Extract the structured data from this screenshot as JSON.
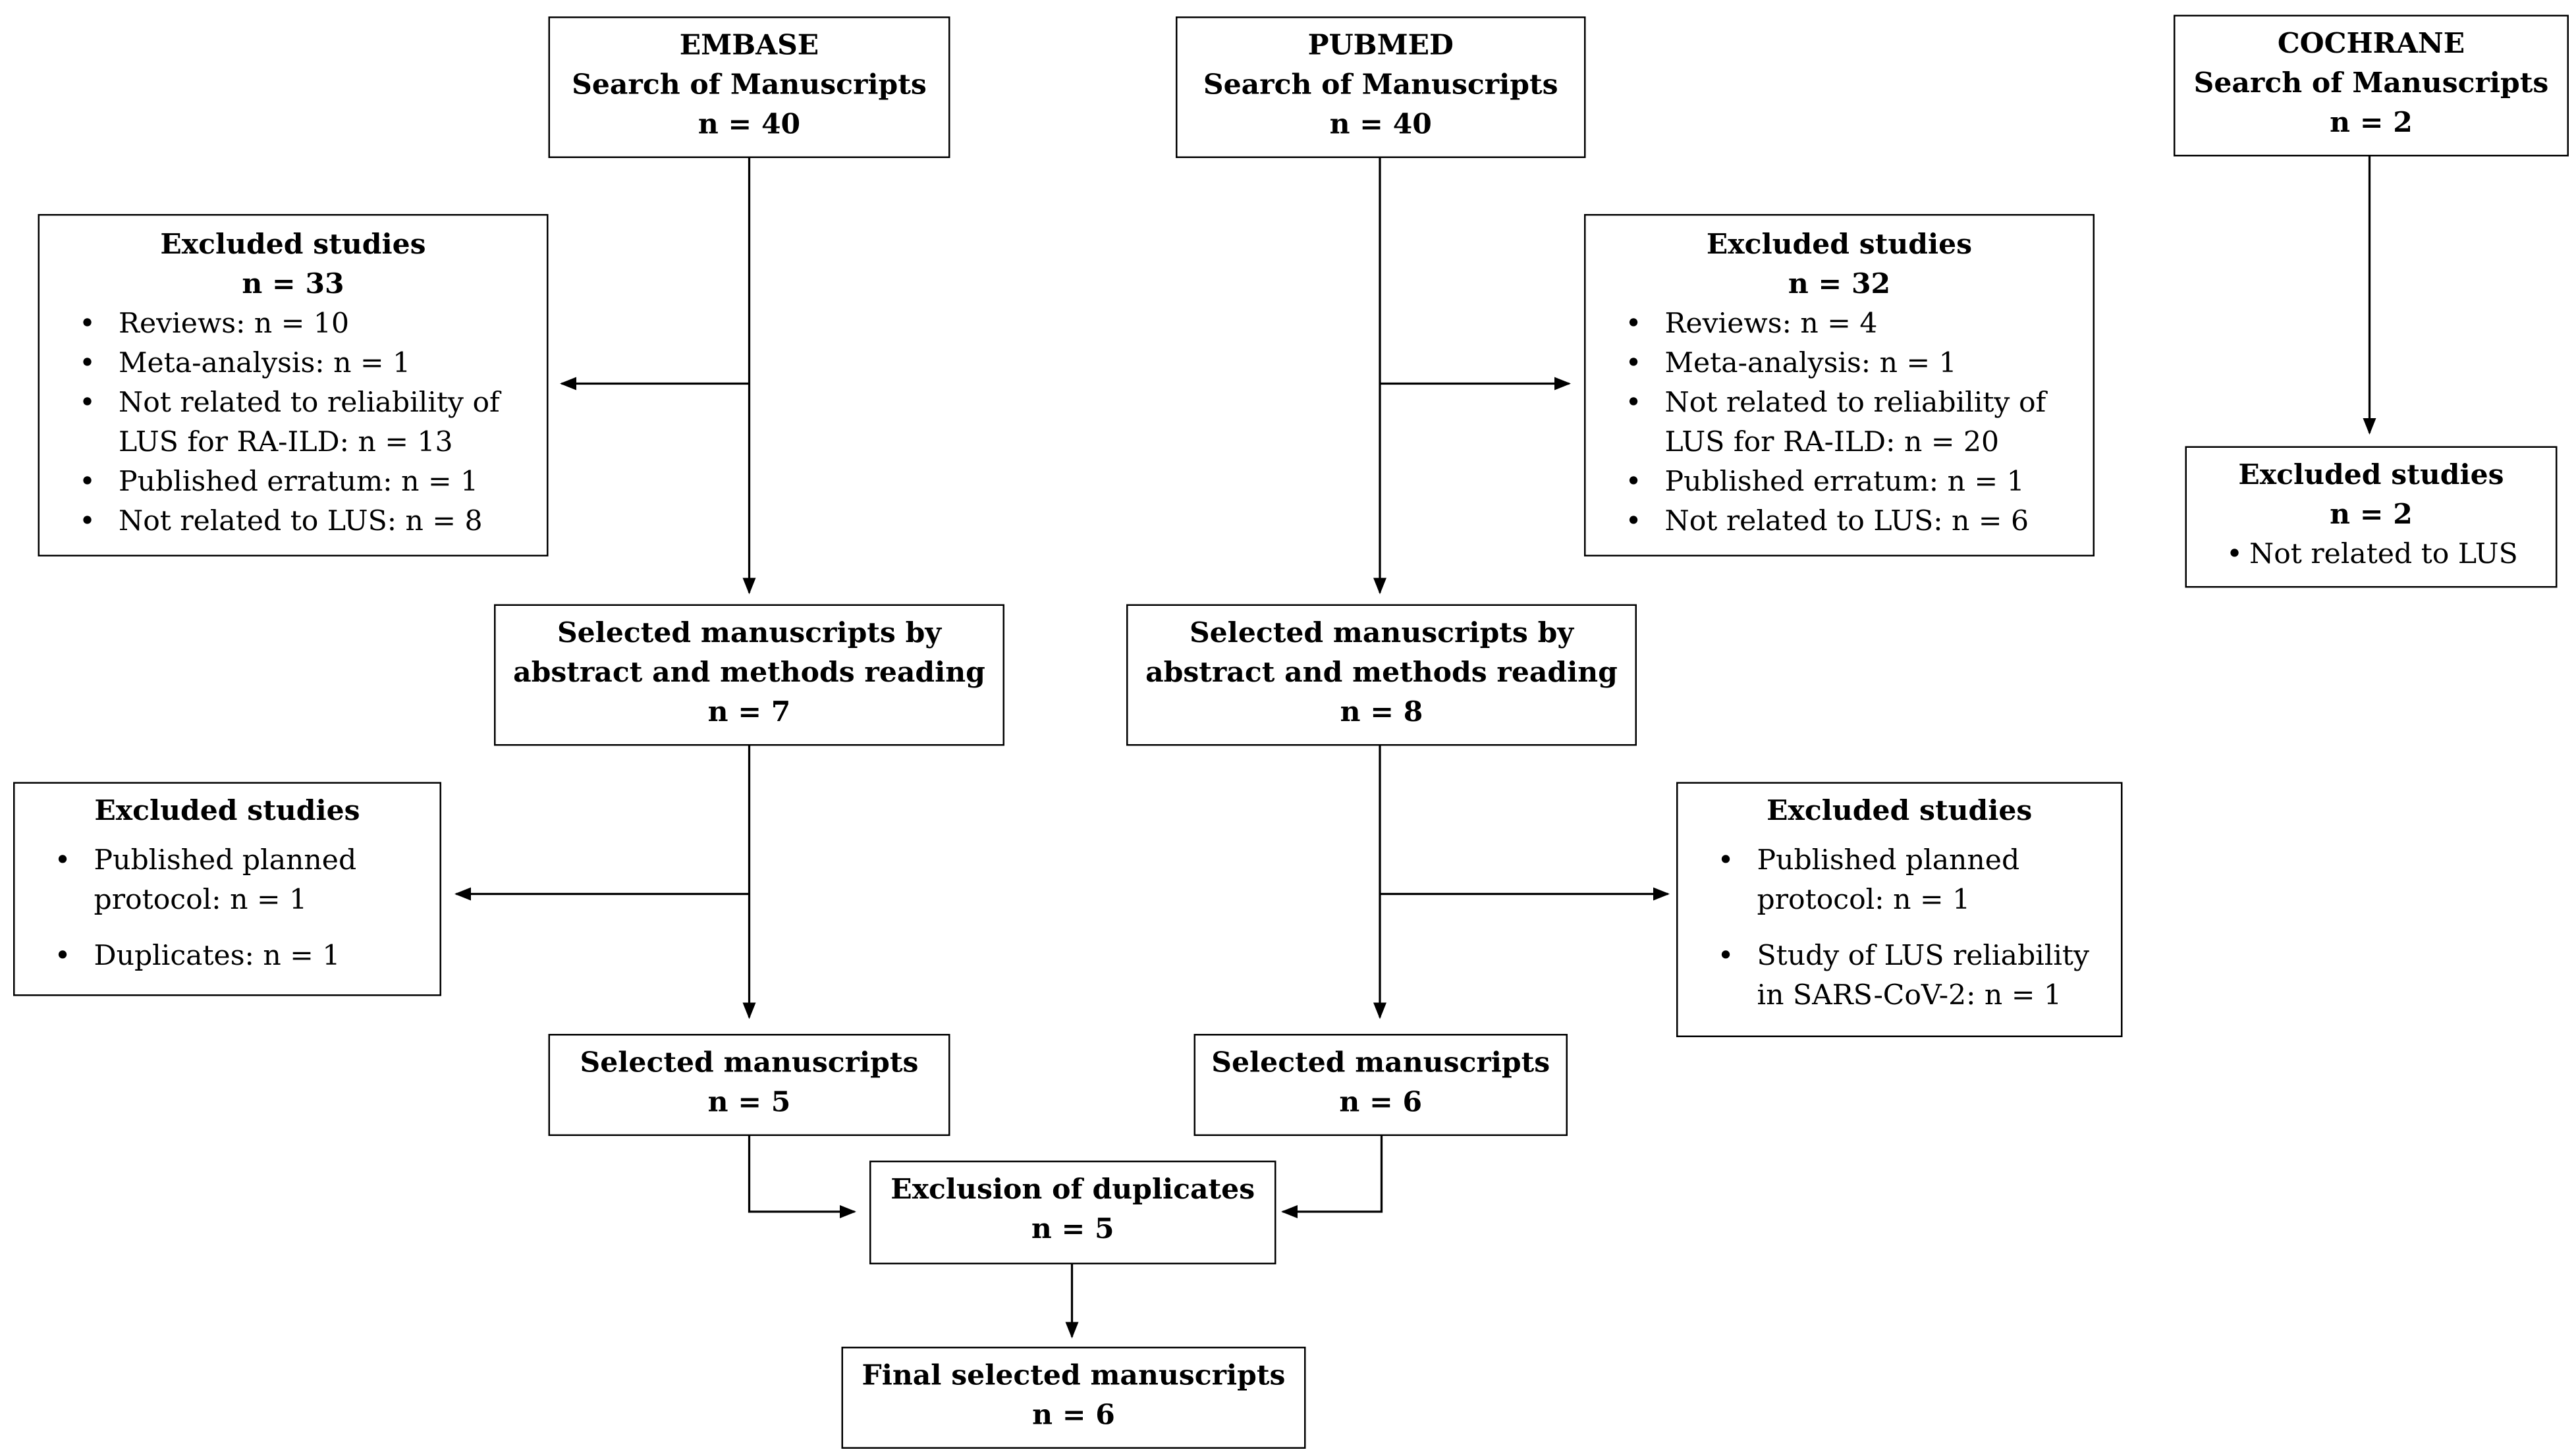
{
  "databases": {
    "embase": {
      "title": "EMBASE",
      "subtitle": "Search of Manuscripts",
      "count": "n = 40"
    },
    "pubmed": {
      "title": "PUBMED",
      "subtitle": "Search of Manuscripts",
      "count": "n = 40"
    },
    "cochrane": {
      "title": "COCHRANE",
      "subtitle": "Search of Manuscripts",
      "count": "n = 2"
    }
  },
  "excluded_first": {
    "embase": {
      "title": "Excluded studies",
      "count": "n = 33",
      "items": [
        "Reviews: n = 10",
        "Meta-analysis: n = 1",
        "Not related to reliability of LUS for RA-ILD: n = 13",
        "Published erratum: n = 1",
        "Not related to LUS: n = 8"
      ]
    },
    "pubmed": {
      "title": "Excluded studies",
      "count": "n = 32",
      "items": [
        "Reviews: n = 4",
        "Meta-analysis: n = 1",
        "Not related to reliability of LUS for RA-ILD: n = 20",
        "Published erratum: n = 1",
        "Not related to LUS: n = 6"
      ]
    },
    "cochrane": {
      "title": "Excluded studies",
      "count": "n = 2",
      "items": [
        "Not related to LUS"
      ]
    }
  },
  "selected_abstract": {
    "embase": {
      "line1": "Selected manuscripts by",
      "line2": "abstract and methods reading",
      "count": "n = 7"
    },
    "pubmed": {
      "line1": "Selected manuscripts by",
      "line2": "abstract and methods reading",
      "count": "n = 8"
    }
  },
  "excluded_second": {
    "embase": {
      "title": "Excluded studies",
      "items": [
        "Published planned protocol: n = 1",
        "Duplicates: n = 1"
      ]
    },
    "pubmed": {
      "title": "Excluded studies",
      "items": [
        "Published planned protocol: n = 1",
        "Study of LUS reliability in SARS-CoV-2: n = 1"
      ]
    }
  },
  "selected": {
    "embase": {
      "title": "Selected manuscripts",
      "count": "n = 5"
    },
    "pubmed": {
      "title": "Selected manuscripts",
      "count": "n = 6"
    }
  },
  "duplicates": {
    "title": "Exclusion of duplicates",
    "count": "n = 5"
  },
  "final": {
    "title": "Final selected manuscripts",
    "count": "n = 6"
  }
}
